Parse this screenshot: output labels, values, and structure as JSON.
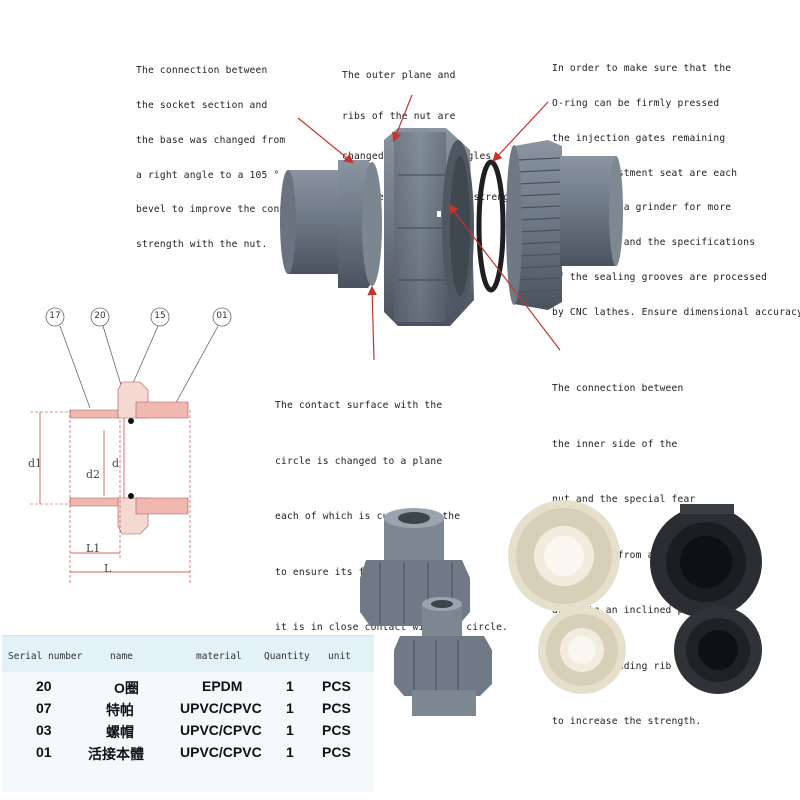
{
  "notes": {
    "socket": [
      "The connection between",
      "the socket section and",
      "the base was changed from",
      "a right angle to a 105 °",
      "bevel to improve the connection",
      "strength with the nut."
    ],
    "outer_plane": [
      "The outer plane and",
      "ribs of the nut are",
      "changed from right angles",
      "to bevels to increase strength"
    ],
    "oring": [
      "In order to make sure that the",
      "O-ring can be firmly pressed",
      "the injection gates remaining",
      "on the adjustment seat are each",
      "smoothed by a grinder for more",
      "than 2 1/2, and the specifications",
      "of the sealing grooves are processed",
      "by CNC lathes. Ensure dimensional accuracy."
    ],
    "contact": [
      "The contact surface with the",
      "circle is changed to a plane",
      "each of which is cut by a lathe",
      "to ensure its flatness, so that",
      "it is in close contact with the circle."
    ],
    "inner_side": [
      "The connection between",
      "the inner side of the",
      "nut and the special fear",
      "is changed from a right",
      "angle to an inclined plane",
      "and a protruding rib is added",
      "to increase the strength."
    ]
  },
  "diagram": {
    "callouts": [
      "17",
      "20",
      "15",
      "01"
    ],
    "dims": {
      "d1": "d1",
      "d2": "d2",
      "d": "d",
      "L1": "L1",
      "L": "L"
    }
  },
  "table": {
    "headers": [
      "Serial number",
      "name",
      "material",
      "Quantity",
      "unit"
    ],
    "rows": [
      [
        "20",
        "O圈",
        "EPDM",
        "1",
        "PCS"
      ],
      [
        "07",
        "特帕",
        "UPVC/CPVC",
        "1",
        "PCS"
      ],
      [
        "03",
        "螺帽",
        "UPVC/CPVC",
        "1",
        "PCS"
      ],
      [
        "01",
        "活接本體",
        "UPVC/CPVC",
        "1",
        "PCS"
      ]
    ]
  },
  "colors": {
    "pvc_grey": "#6f7a86",
    "pvc_dark": "#4e5862",
    "beige": "#e6dfcc",
    "black_pvc": "#2a2d31",
    "arrow_red": "#c8322c",
    "section_pink": "#f0b8b0",
    "table_header": "#e3f1f8"
  }
}
